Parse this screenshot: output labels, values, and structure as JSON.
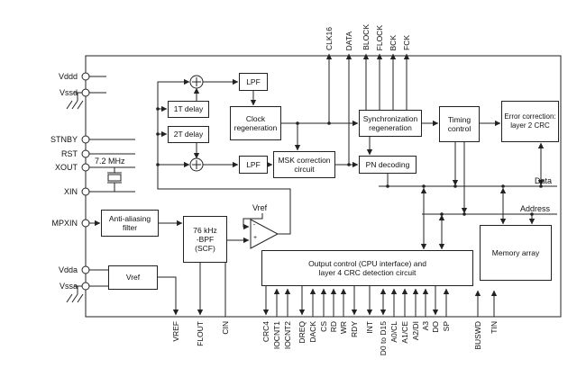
{
  "pins": {
    "top": [
      "CLK16",
      "DATA",
      "BLOCK",
      "FLOCK",
      "BCK",
      "FCK"
    ],
    "left": [
      "Vddd",
      "Vssd",
      "STNBY",
      "RST",
      "XOUT",
      "XIN",
      "MPXIN",
      "Vdda",
      "Vssa"
    ],
    "bottom": [
      "VREF",
      "FLOUT",
      "CIN",
      "CRC4",
      "IOCNT1",
      "IOCNT2",
      "DREQ",
      "DACK",
      "CS",
      "RD",
      "WR",
      "RDY",
      "INT",
      "D0 to D15",
      "A0/CL",
      "A1/CE",
      "A2/DI",
      "A3",
      "DO",
      "SP",
      "BUSWD",
      "TIN"
    ]
  },
  "blocks": {
    "delay_1t": "1T delay",
    "delay_2t": "2T delay",
    "lpf_top": "LPF",
    "lpf_bottom": "LPF",
    "clock_regeneration": "Clock\nregeneration",
    "msk_correction": "MSK correction\ncircuit",
    "sync_regeneration": "Synchronization\nregeneration",
    "timing_control": "Timing\ncontrol",
    "error_correction": "Error correction:\nlayer 2 CRC",
    "pn_decoding": "PN decoding",
    "anti_aliasing": "Anti-aliasing\nfilter",
    "bpf": "76 kHz\n-BPF\n(SCF)",
    "vref_generator": "Vref",
    "output_control": "Output control (CPU interface) and\nlayer 4 CRC detection circuit",
    "memory_array": "Memory array"
  },
  "labels": {
    "crystal_frequency": "7.2 MHz",
    "comparator_reference": "Vref",
    "comparator_minus": "-",
    "comparator_plus": "+",
    "data_bus": "Data",
    "address_bus": "Address"
  }
}
